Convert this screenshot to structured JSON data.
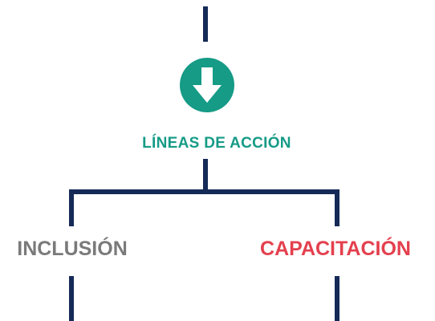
{
  "diagram": {
    "icon": "arrow-down-circle-icon",
    "title": {
      "text": "LÍNEAS DE ACCIÓN",
      "color": "#159b86"
    },
    "branches": [
      {
        "text": "INCLUSIÓN",
        "color": "#7a7a7a"
      },
      {
        "text": "CAPACITACIÓN",
        "color": "#e4404e"
      }
    ],
    "accent_color": "#159b86",
    "line_color": "#152a57"
  }
}
